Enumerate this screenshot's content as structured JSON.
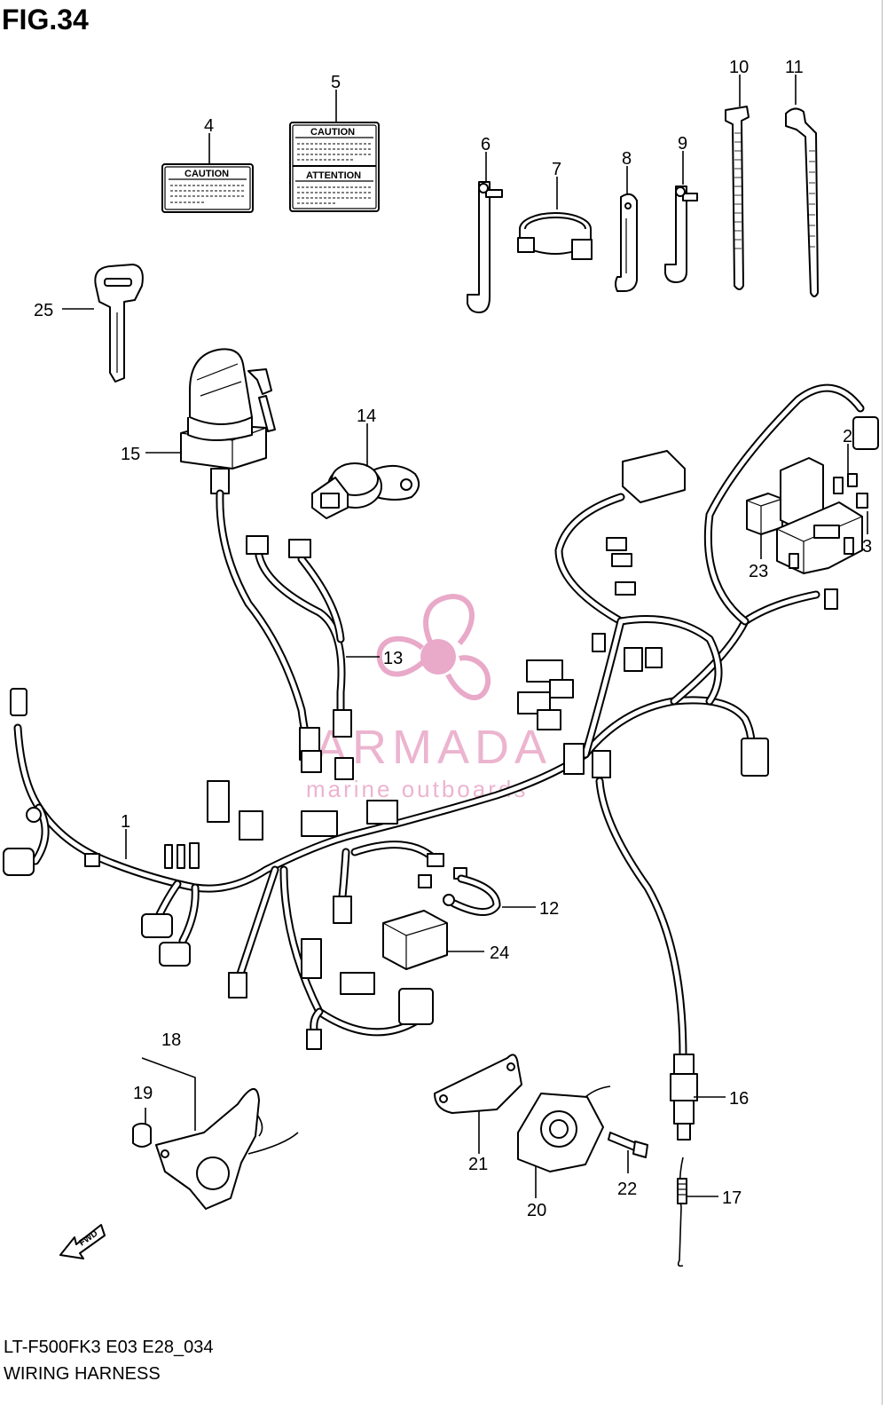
{
  "figure": {
    "title": "FIG.34",
    "model_code": "LT-F500FK3 E03 E28_034",
    "name": "WIRING HARNESS"
  },
  "labels": {
    "caution_small": "CAUTION",
    "caution_large": "CAUTION",
    "attention": "ATTENTION",
    "fwd": "FWD"
  },
  "watermark": {
    "brand": "ARMADA",
    "tagline": "marine outboards",
    "color": "#e9a9c9"
  },
  "callouts": [
    {
      "id": "c1",
      "text": "1"
    },
    {
      "id": "c2",
      "text": "2"
    },
    {
      "id": "c3",
      "text": "3"
    },
    {
      "id": "c4",
      "text": "4"
    },
    {
      "id": "c5",
      "text": "5"
    },
    {
      "id": "c6",
      "text": "6"
    },
    {
      "id": "c7",
      "text": "7"
    },
    {
      "id": "c8",
      "text": "8"
    },
    {
      "id": "c9",
      "text": "9"
    },
    {
      "id": "c10",
      "text": "10"
    },
    {
      "id": "c11",
      "text": "11"
    },
    {
      "id": "c12",
      "text": "12"
    },
    {
      "id": "c13",
      "text": "13"
    },
    {
      "id": "c14",
      "text": "14"
    },
    {
      "id": "c15",
      "text": "15"
    },
    {
      "id": "c16",
      "text": "16"
    },
    {
      "id": "c17",
      "text": "17"
    },
    {
      "id": "c18",
      "text": "18"
    },
    {
      "id": "c19",
      "text": "19"
    },
    {
      "id": "c20",
      "text": "20"
    },
    {
      "id": "c21",
      "text": "21"
    },
    {
      "id": "c22",
      "text": "22"
    },
    {
      "id": "c23",
      "text": "23"
    },
    {
      "id": "c24",
      "text": "24"
    },
    {
      "id": "c25",
      "text": "25"
    }
  ]
}
